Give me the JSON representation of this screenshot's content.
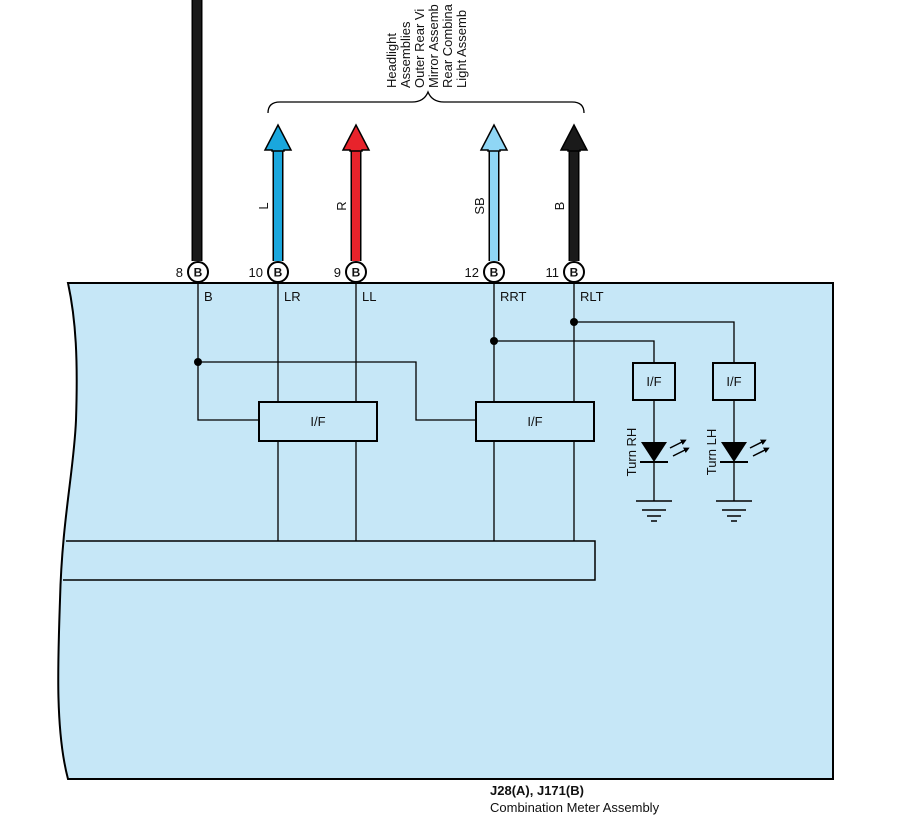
{
  "destinations": [
    "Headlight",
    "Assemblies",
    "Outer Rear Vi",
    "Mirror Assemb",
    "Rear Combina",
    "Light Assemb"
  ],
  "connectors": [
    {
      "pin": "8",
      "terminal": "B",
      "wire_color": "",
      "internal": "B"
    },
    {
      "pin": "10",
      "terminal": "B",
      "wire_color": "L",
      "internal": "LR"
    },
    {
      "pin": "9",
      "terminal": "B",
      "wire_color": "R",
      "internal": "LL"
    },
    {
      "pin": "12",
      "terminal": "B",
      "wire_color": "SB",
      "internal": "RRT"
    },
    {
      "pin": "11",
      "terminal": "B",
      "wire_color": "B",
      "internal": "RLT"
    }
  ],
  "colors": {
    "panel": "#c6e7f7",
    "wire_black": "#1a1a1a",
    "wire_L": "#1aa7dd",
    "wire_R": "#e8232b",
    "wire_SB": "#8fd6f5",
    "wire_B": "#1a1a1a"
  },
  "interfaces": {
    "left": "I/F",
    "right": "I/F",
    "turn_rh": "I/F",
    "turn_lh": "I/F"
  },
  "indicators": {
    "rh": "Turn RH",
    "lh": "Turn LH"
  },
  "component": {
    "connectors": "J28(A), J171(B)",
    "name": "Combination Meter Assembly"
  }
}
